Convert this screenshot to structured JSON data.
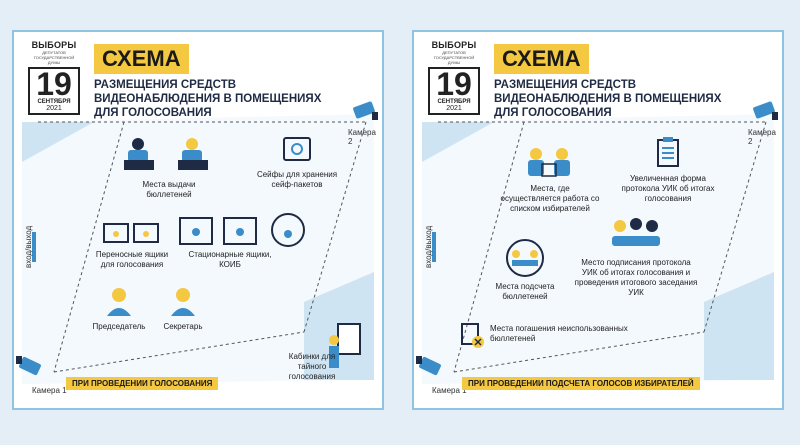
{
  "logo": {
    "title": "ВЫБОРЫ",
    "subtitle": "ДЕПУТАТОВ ГОСУДАРСТВЕННОЙ ДУМЫ",
    "day": "19",
    "month": "СЕНТЯБРЯ",
    "year": "2021"
  },
  "left_panel": {
    "schema_label": "СХЕМА",
    "subtitle": "РАЗМЕЩЕНИЯ СРЕДСТВ ВИДЕОНАБЛЮДЕНИЯ В ПОМЕЩЕНИЯХ ДЛЯ ГОЛОСОВАНИЯ",
    "camera1": "Камера 1",
    "camera2": "Камера 2",
    "entry": "вход/выход",
    "items": {
      "ballot_issue": "Места выдачи бюллетеней",
      "safes": "Сейфы для хранения сейф-пакетов",
      "portable_boxes": "Переносные ящики для голосования",
      "stationary_boxes": "Стационарные ящики, КОИБ",
      "chairman": "Председатель",
      "secretary": "Секретарь",
      "booths": "Кабинки для тайного голосования"
    },
    "footer": "ПРИ ПРОВЕДЕНИИ ГОЛОСОВАНИЯ"
  },
  "right_panel": {
    "schema_label": "СХЕМА",
    "subtitle": "РАЗМЕЩЕНИЯ СРЕДСТВ ВИДЕОНАБЛЮДЕНИЯ В ПОМЕЩЕНИЯХ ДЛЯ ГОЛОСОВАНИЯ",
    "camera1": "Камера 1",
    "camera2": "Камера 2",
    "entry": "вход/выход",
    "items": {
      "voter_list": "Места, где осуществляется работа со списком избирателей",
      "protocol_form": "Увеличенная форма протокола УИК об итогах голосования",
      "counting": "Места подсчета бюллетеней",
      "signing": "Место подписания протокола УИК об итогах голосования и проведения итогового заседания УИК",
      "cancellation": "Места погашения неиспользованных бюллетеней"
    },
    "footer": "ПРИ ПРОВЕДЕНИИ ПОДСЧЕТА ГОЛОСОВ ИЗБИРАТЕЛЕЙ"
  },
  "colors": {
    "accent_yellow": "#f5c842",
    "frame_blue": "#8fc3e3",
    "icon_blue": "#3a8dc8",
    "dark_navy": "#1f2a44"
  }
}
